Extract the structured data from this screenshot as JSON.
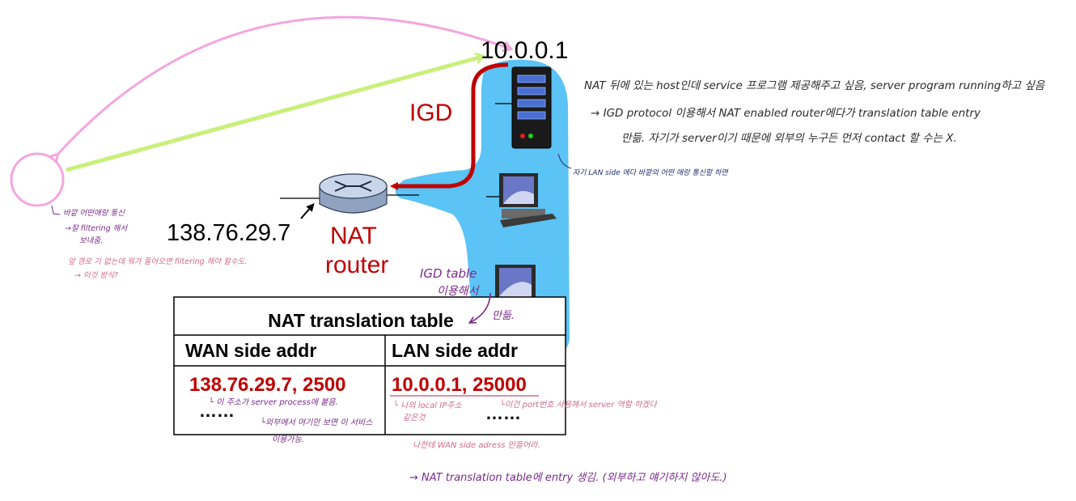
{
  "labels": {
    "ip_private": "10.0.0.1",
    "igd": "IGD",
    "ip_public": "138.76.29.7",
    "nat_line1": "NAT",
    "nat_line2": "router"
  },
  "table": {
    "title": "NAT translation table",
    "wan_header": "WAN side addr",
    "lan_header": "LAN side addr",
    "wan_value": "138.76.29.7, 2500",
    "lan_value": "10.0.0.1, 25000",
    "ellipsis_left": "……",
    "ellipsis_right": "……"
  },
  "annotations": {
    "top_right_1": "NAT 뒤에 있는 host인데 service 프로그램 제공해주고 싶음, server program running하고 싶음",
    "top_right_2": "→ IGD protocol 이용해서 NAT enabled router에다가 translation table entry",
    "top_right_3": "만듦. 자기가 server이기 때문에 외부의 누구든 먼저 contact 할 수는 X.",
    "server_note": "자기 LAN side 에다 바깥의 어떤 애랑 통신할 하면",
    "left_1": "바깥 어떤애랑 통신",
    "left_2": "→잘 filtering 해서",
    "left_3": "보내줌.",
    "left_4": "앞 경로 기 없는데 뭐가 들어오면 filtering 해야 할수도.",
    "left_5": "→ 이것 방식?",
    "igd_table_1": "IGD table",
    "igd_table_2": "이용해서",
    "igd_table_3": "만듦.",
    "wan_note_1": "└ 이 주소가 server process에 붙음.",
    "wan_note_2": "└외부에서 여기만 보면 이 서비스",
    "wan_note_3": "이용가능.",
    "lan_note_1": "└ 나의 local IP주소",
    "lan_note_2": "같은것",
    "lan_note_3": "└이건 port번호 사용해서 server 역할 하겠다",
    "lan_note_4": "나한테 WAN side adress 만들어라.",
    "bottom": "→ NAT translation table에 entry 생김. (외부하고 얘기하지 않아도.)"
  },
  "colors": {
    "lan_blue": "#5bc3f5",
    "arrow_red": "#c00000",
    "table_red": "#c00000",
    "pen_purple": "#7a2a8a",
    "pen_pink": "#d06a8a",
    "pen_navy": "#1f2d6b",
    "pink_curve": "#f3a6de",
    "green_line": "#c8f07a"
  }
}
